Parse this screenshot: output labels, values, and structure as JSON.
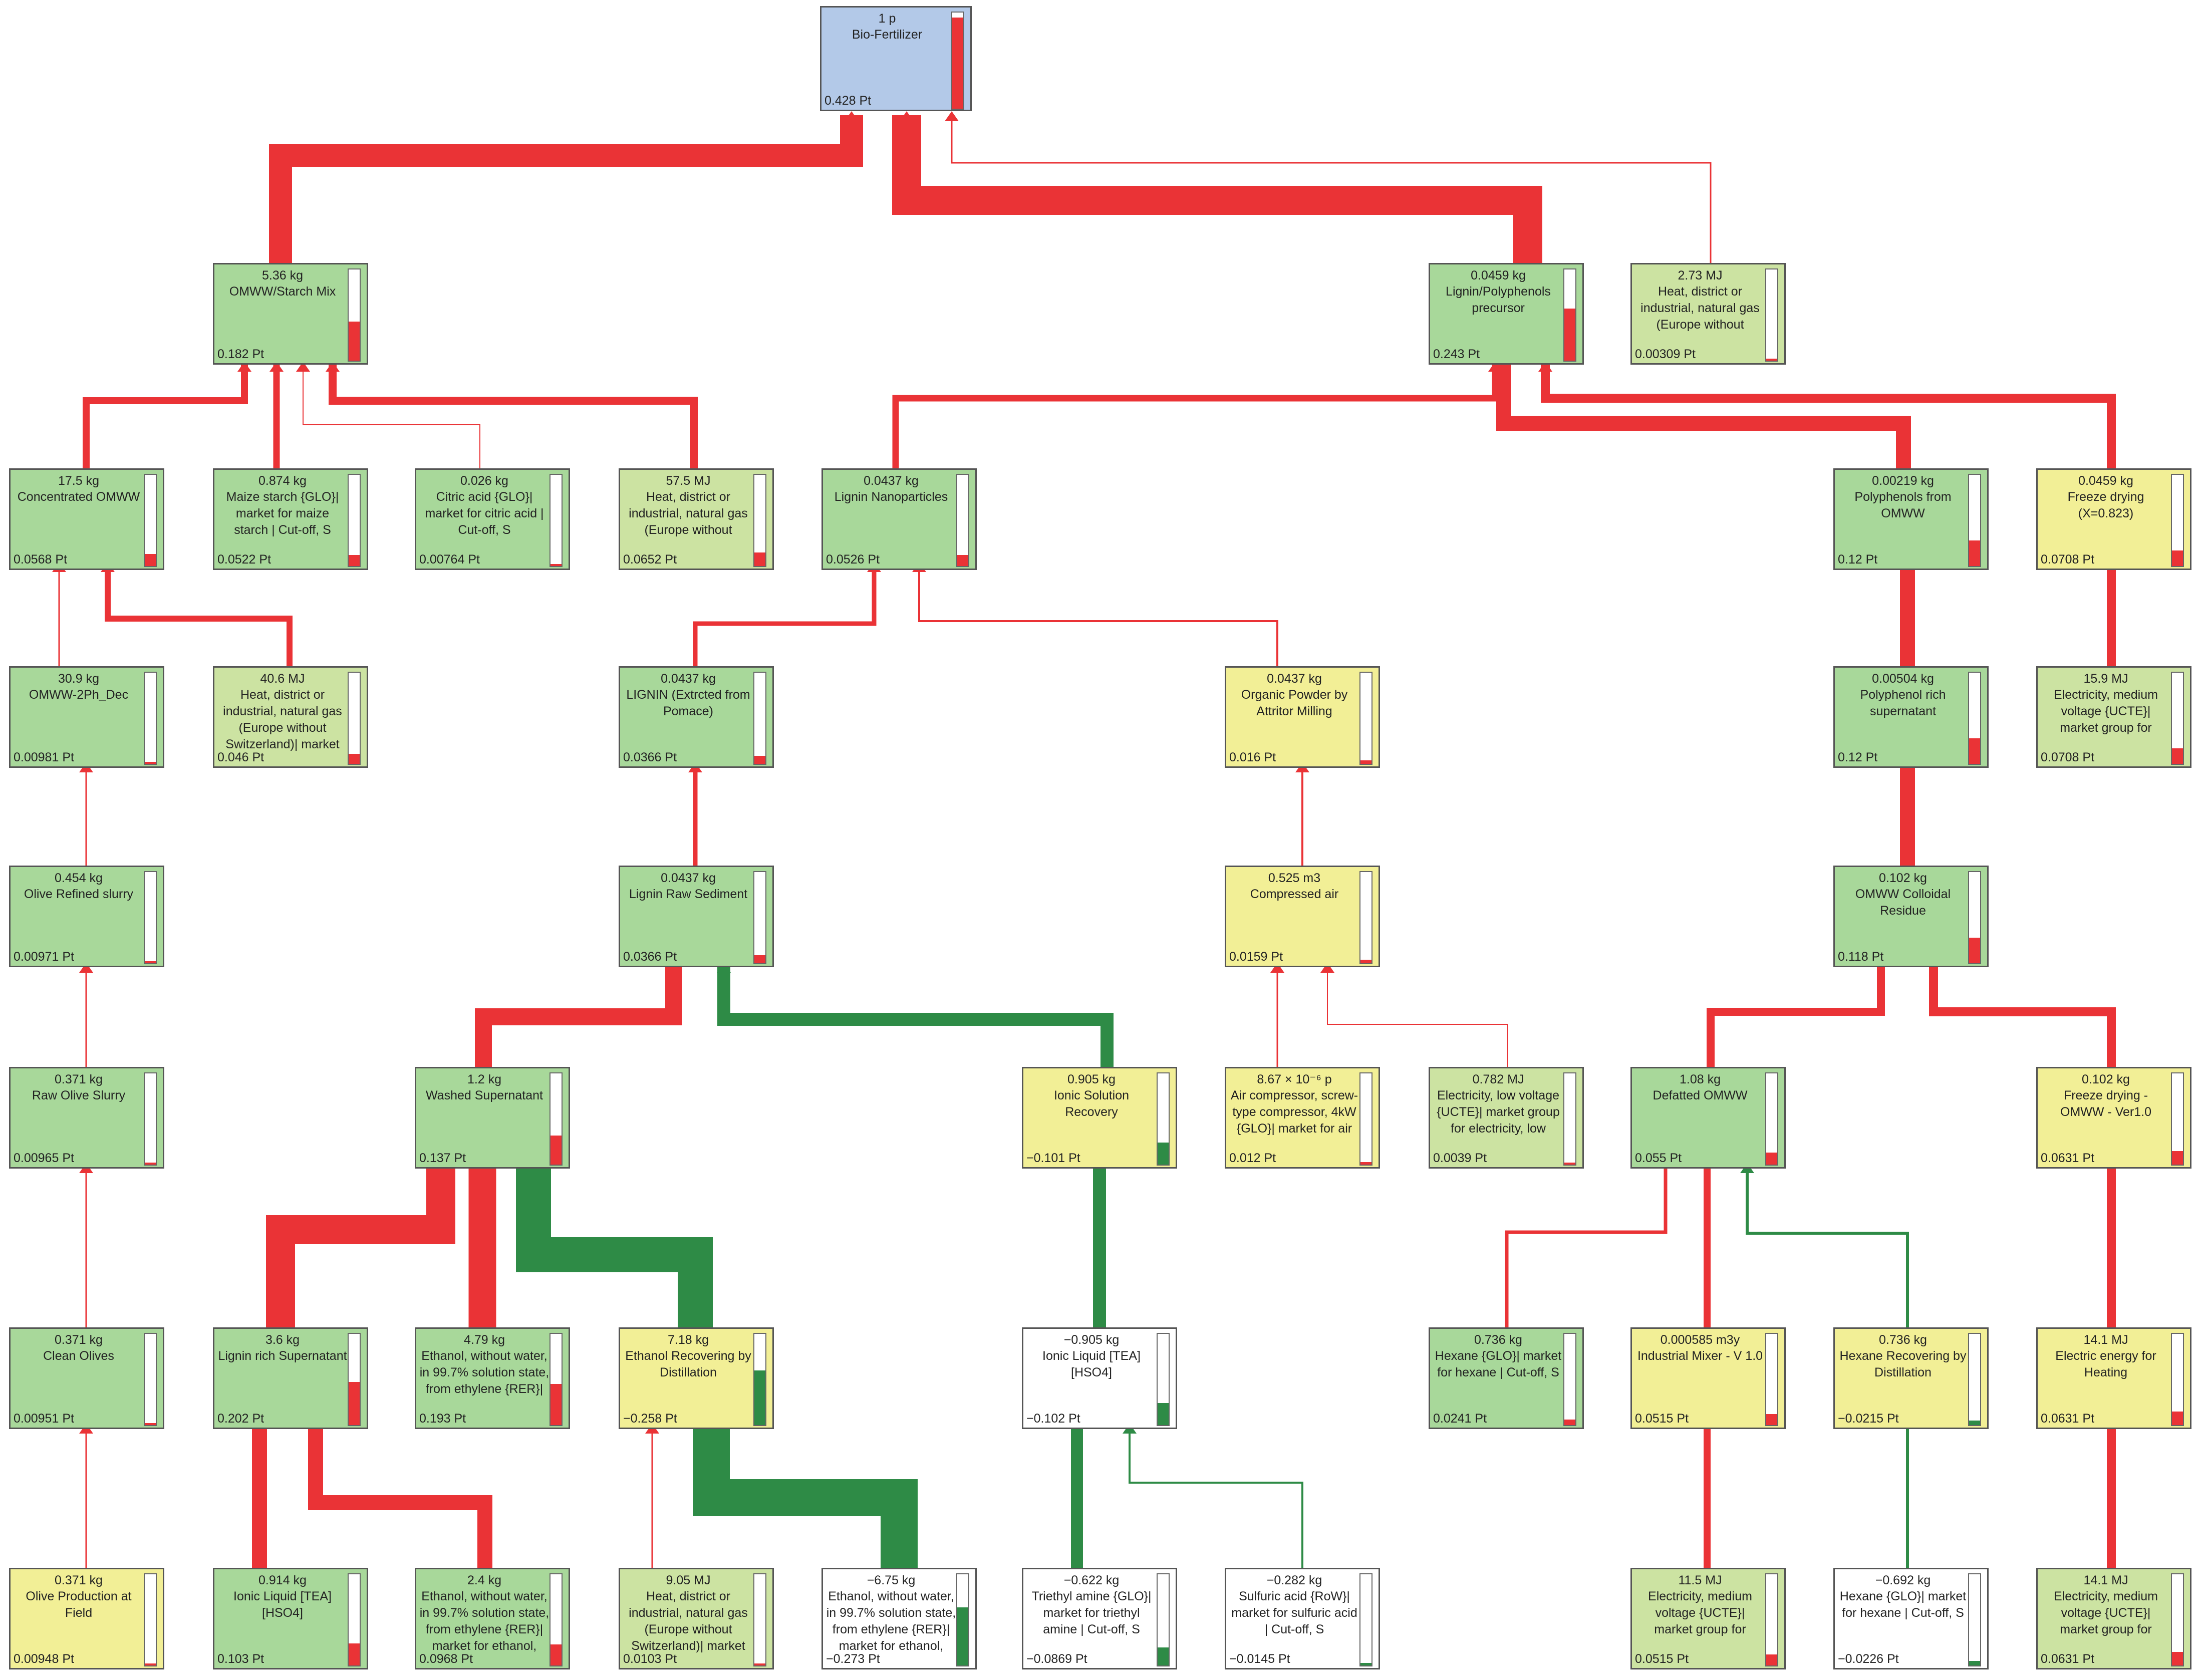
{
  "colors": {
    "flow_positive": "#ea3336",
    "flow_negative": "#2e8b46",
    "node_blue": "#b3c9e8",
    "node_green": "#a8d89a",
    "node_lightgreen": "#cce3a2",
    "node_yellow": "#f2ef96",
    "node_white": "#ffffff"
  },
  "nodes": [
    {
      "id": "n01",
      "qty": "1 p",
      "label": "Bio-Fertilizer",
      "value": "0.428 Pt",
      "color": "blue",
      "sign": "pos",
      "fill": 0.95
    },
    {
      "id": "n02",
      "qty": "5.36 kg",
      "label": "OMWW/Starch Mix",
      "value": "0.182 Pt",
      "color": "green",
      "sign": "pos",
      "fill": 0.43
    },
    {
      "id": "n03",
      "qty": "0.0459 kg",
      "label": "Lignin/Polyphenols precursor",
      "value": "0.243 Pt",
      "color": "green",
      "sign": "pos",
      "fill": 0.57
    },
    {
      "id": "n04",
      "qty": "2.73 MJ",
      "label": "Heat, district or industrial, natural gas (Europe without",
      "value": "0.00309 Pt",
      "color": "lightgreen",
      "sign": "pos",
      "fill": 0.01
    },
    {
      "id": "n05",
      "qty": "17.5 kg",
      "label": "Concentrated OMWW",
      "value": "0.0568 Pt",
      "color": "green",
      "sign": "pos",
      "fill": 0.13
    },
    {
      "id": "n06",
      "qty": "0.874 kg",
      "label": "Maize starch {GLO}| market for maize starch | Cut-off, S",
      "value": "0.0522 Pt",
      "color": "green",
      "sign": "pos",
      "fill": 0.12
    },
    {
      "id": "n07",
      "qty": "0.026 kg",
      "label": "Citric acid {GLO}| market for citric acid | Cut-off, S",
      "value": "0.00764 Pt",
      "color": "green",
      "sign": "pos",
      "fill": 0.02
    },
    {
      "id": "n08",
      "qty": "57.5 MJ",
      "label": "Heat, district or industrial, natural gas (Europe without",
      "value": "0.0652 Pt",
      "color": "lightgreen",
      "sign": "pos",
      "fill": 0.15
    },
    {
      "id": "n09",
      "qty": "0.0437 kg",
      "label": "Lignin Nanoparticles",
      "value": "0.0526 Pt",
      "color": "green",
      "sign": "pos",
      "fill": 0.12
    },
    {
      "id": "n10",
      "qty": "0.00219 kg",
      "label": "Polyphenols from OMWW",
      "value": "0.12 Pt",
      "color": "green",
      "sign": "pos",
      "fill": 0.28
    },
    {
      "id": "n11",
      "qty": "0.0459 kg",
      "label": "Freeze drying (X=0.823)",
      "value": "0.0708 Pt",
      "color": "yellow",
      "sign": "pos",
      "fill": 0.17
    },
    {
      "id": "n12",
      "qty": "30.9 kg",
      "label": "OMWW-2Ph_Dec",
      "value": "0.00981 Pt",
      "color": "green",
      "sign": "pos",
      "fill": 0.02
    },
    {
      "id": "n13",
      "qty": "40.6 MJ",
      "label": "Heat, district or industrial, natural gas (Europe without Switzerland)| market",
      "value": "0.046 Pt",
      "color": "lightgreen",
      "sign": "pos",
      "fill": 0.11
    },
    {
      "id": "n14",
      "qty": "0.0437 kg",
      "label": "LIGNIN (Extrcted from Pomace)",
      "value": "0.0366 Pt",
      "color": "green",
      "sign": "pos",
      "fill": 0.09
    },
    {
      "id": "n15",
      "qty": "0.0437 kg",
      "label": "Organic Powder by Attritor Milling",
      "value": "0.016 Pt",
      "color": "yellow",
      "sign": "pos",
      "fill": 0.04
    },
    {
      "id": "n16",
      "qty": "0.00504 kg",
      "label": "Polyphenol rich supernatant",
      "value": "0.12 Pt",
      "color": "green",
      "sign": "pos",
      "fill": 0.28
    },
    {
      "id": "n17",
      "qty": "15.9 MJ",
      "label": "Electricity, medium voltage {UCTE}| market group for",
      "value": "0.0708 Pt",
      "color": "lightgreen",
      "sign": "pos",
      "fill": 0.17
    },
    {
      "id": "n18",
      "qty": "0.454 kg",
      "label": "Olive Refined slurry",
      "value": "0.00971 Pt",
      "color": "green",
      "sign": "pos",
      "fill": 0.02
    },
    {
      "id": "n19",
      "qty": "0.0437 kg",
      "label": "Lignin Raw Sediment",
      "value": "0.0366 Pt",
      "color": "green",
      "sign": "pos",
      "fill": 0.09
    },
    {
      "id": "n20",
      "qty": "0.525 m3",
      "label": "Compressed air",
      "value": "0.0159 Pt",
      "color": "yellow",
      "sign": "pos",
      "fill": 0.04
    },
    {
      "id": "n21",
      "qty": "0.102 kg",
      "label": "OMWW Colloidal Residue",
      "value": "0.118 Pt",
      "color": "green",
      "sign": "pos",
      "fill": 0.28
    },
    {
      "id": "n22",
      "qty": "0.371 kg",
      "label": "Raw Olive Slurry",
      "value": "0.00965 Pt",
      "color": "green",
      "sign": "pos",
      "fill": 0.02
    },
    {
      "id": "n23",
      "qty": "1.2 kg",
      "label": "Washed Supernatant",
      "value": "0.137 Pt",
      "color": "green",
      "sign": "pos",
      "fill": 0.32
    },
    {
      "id": "n24",
      "qty": "0.905 kg",
      "label": "Ionic Solution Recovery",
      "value": "−0.101 Pt",
      "color": "yellow",
      "sign": "neg",
      "fill": 0.24
    },
    {
      "id": "n25",
      "qty": "8.67 × 10⁻⁶ p",
      "label": "Air compressor, screw-type compressor, 4kW {GLO}| market for air",
      "value": "0.012 Pt",
      "color": "yellow",
      "sign": "pos",
      "fill": 0.03
    },
    {
      "id": "n26",
      "qty": "0.782 MJ",
      "label": "Electricity, low voltage {UCTE}| market group for electricity, low",
      "value": "0.0039 Pt",
      "color": "lightgreen",
      "sign": "pos",
      "fill": 0.01
    },
    {
      "id": "n27",
      "qty": "1.08 kg",
      "label": "Defatted OMWW",
      "value": "0.055 Pt",
      "color": "green",
      "sign": "pos",
      "fill": 0.13
    },
    {
      "id": "n28",
      "qty": "0.102 kg",
      "label": "Freeze drying - OMWW - Ver1.0",
      "value": "0.0631 Pt",
      "color": "yellow",
      "sign": "pos",
      "fill": 0.15
    },
    {
      "id": "n29",
      "qty": "0.371 kg",
      "label": "Clean Olives",
      "value": "0.00951 Pt",
      "color": "green",
      "sign": "pos",
      "fill": 0.02
    },
    {
      "id": "n30",
      "qty": "3.6 kg",
      "label": "Lignin rich Supernatant",
      "value": "0.202 Pt",
      "color": "green",
      "sign": "pos",
      "fill": 0.47
    },
    {
      "id": "n31",
      "qty": "4.79 kg",
      "label": "Ethanol, without water, in 99.7% solution state, from ethylene {RER}|",
      "value": "0.193 Pt",
      "color": "green",
      "sign": "pos",
      "fill": 0.45
    },
    {
      "id": "n32",
      "qty": "7.18 kg",
      "label": "Ethanol Recovering by Distillation",
      "value": "−0.258 Pt",
      "color": "yellow",
      "sign": "neg",
      "fill": 0.6
    },
    {
      "id": "n33",
      "qty": "−0.905 kg",
      "label": "Ionic Liquid [TEA][HSO4]",
      "value": "−0.102 Pt",
      "color": "white",
      "sign": "neg",
      "fill": 0.24
    },
    {
      "id": "n34",
      "qty": "0.736 kg",
      "label": "Hexane {GLO}| market for hexane | Cut-off, S",
      "value": "0.0241 Pt",
      "color": "green",
      "sign": "pos",
      "fill": 0.06
    },
    {
      "id": "n35",
      "qty": "0.000585 m3y",
      "label": "Industrial Mixer - V 1.0",
      "value": "0.0515 Pt",
      "color": "yellow",
      "sign": "pos",
      "fill": 0.12
    },
    {
      "id": "n36",
      "qty": "0.736 kg",
      "label": "Hexane Recovering by Distillation",
      "value": "−0.0215 Pt",
      "color": "yellow",
      "sign": "neg",
      "fill": 0.05
    },
    {
      "id": "n37",
      "qty": "14.1 MJ",
      "label": "Electric energy for Heating",
      "value": "0.0631 Pt",
      "color": "yellow",
      "sign": "pos",
      "fill": 0.15
    },
    {
      "id": "n38",
      "qty": "0.371 kg",
      "label": "Olive Production at Field",
      "value": "0.00948 Pt",
      "color": "yellow",
      "sign": "pos",
      "fill": 0.02
    },
    {
      "id": "n39",
      "qty": "0.914 kg",
      "label": "Ionic Liquid [TEA][HSO4]",
      "value": "0.103 Pt",
      "color": "green",
      "sign": "pos",
      "fill": 0.24
    },
    {
      "id": "n40",
      "qty": "2.4 kg",
      "label": "Ethanol, without water, in 99.7% solution state, from ethylene {RER}| market for ethanol,",
      "value": "0.0968 Pt",
      "color": "green",
      "sign": "pos",
      "fill": 0.23
    },
    {
      "id": "n41",
      "qty": "9.05 MJ",
      "label": "Heat, district or industrial, natural gas (Europe without Switzerland)| market",
      "value": "0.0103 Pt",
      "color": "lightgreen",
      "sign": "pos",
      "fill": 0.02
    },
    {
      "id": "n42",
      "qty": "−6.75 kg",
      "label": "Ethanol, without water, in 99.7% solution state, from ethylene {RER}| market for ethanol,",
      "value": "−0.273 Pt",
      "color": "white",
      "sign": "neg",
      "fill": 0.64
    },
    {
      "id": "n43",
      "qty": "−0.622 kg",
      "label": "Triethyl amine {GLO}| market for triethyl amine | Cut-off, S",
      "value": "−0.0869 Pt",
      "color": "white",
      "sign": "neg",
      "fill": 0.2
    },
    {
      "id": "n44",
      "qty": "−0.282 kg",
      "label": "Sulfuric acid {RoW}| market for sulfuric acid | Cut-off, S",
      "value": "−0.0145 Pt",
      "color": "white",
      "sign": "neg",
      "fill": 0.03
    },
    {
      "id": "n45",
      "qty": "11.5 MJ",
      "label": "Electricity, medium voltage {UCTE}| market group for",
      "value": "0.0515 Pt",
      "color": "lightgreen",
      "sign": "pos",
      "fill": 0.12
    },
    {
      "id": "n46",
      "qty": "−0.692 kg",
      "label": "Hexane {GLO}| market for hexane | Cut-off, S",
      "value": "−0.0226 Pt",
      "color": "white",
      "sign": "neg",
      "fill": 0.05
    },
    {
      "id": "n47",
      "qty": "14.1 MJ",
      "label": "Electricity, medium voltage {UCTE}| market group for",
      "value": "0.0631 Pt",
      "color": "lightgreen",
      "sign": "pos",
      "fill": 0.15
    }
  ]
}
